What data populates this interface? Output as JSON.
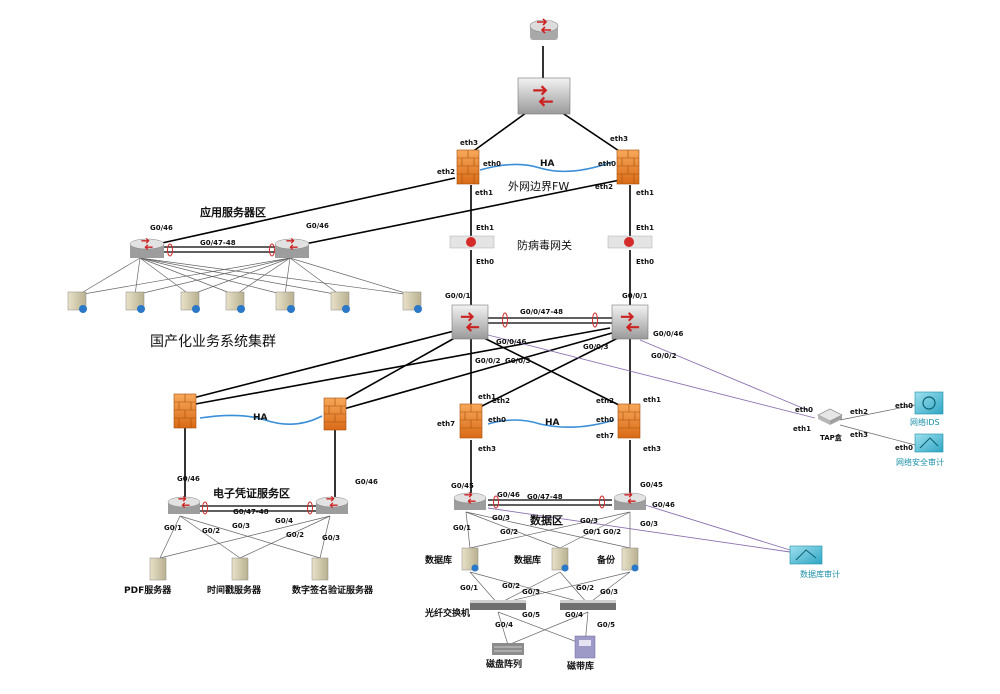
{
  "zones": {
    "app_server": "应用服务器区",
    "domestic_cluster": "国产化业务系统集群",
    "outer_fw": "外网边界FW",
    "antivirus_gw": "防病毒网关",
    "e_voucher": "电子凭证服务区",
    "data_zone": "数据区"
  },
  "ha": {
    "top": "HA",
    "left": "HA",
    "right": "HA"
  },
  "ports": {
    "eth3_l": "eth3",
    "eth3_r": "eth3",
    "eth0_l": "eth0",
    "eth0_r": "eth0",
    "eth2_l": "eth2",
    "eth2_r": "eth2",
    "eth1_l": "eth1",
    "eth1_r": "eth1",
    "Eth1_l": "Eth1",
    "Eth1_r": "Eth1",
    "Eth0_l": "Eth0",
    "Eth0_r": "Eth0",
    "app_g046_l": "G0/46",
    "app_g046_r": "G0/46",
    "app_g04748": "G0/47-48",
    "core_g001_l": "G0/0/1",
    "core_g001_r": "G0/0/1",
    "core_g04748": "G0/0/47-48",
    "core_g046_l": "G0/0/46",
    "core_g0046_r": "G0/0/46",
    "core_g002_l": "G0/0/2",
    "core_g003_l": "G0/0/3",
    "core_g003_r": "G0/0/3",
    "core_g002_r": "G0/0/2",
    "ifw_eth1_l": "eth1",
    "ifw_eth2_l": "eth2",
    "ifw_eth0_l": "eth0",
    "ifw_eth7_l": "eth7",
    "ifw_eth3_l": "eth3",
    "ifw_eth1_r": "eth1",
    "ifw_eth2_r": "eth2",
    "ifw_eth0_r": "eth0",
    "ifw_eth7_r": "eth7",
    "ifw_eth3_r": "eth3",
    "ev_g046_l": "G0/46",
    "ev_g046_r": "G0/46",
    "ev_g04748": "G0/47-48",
    "ev_g01": "G0/1",
    "ev_g02": "G0/2",
    "ev_g03": "G0/3",
    "ev_g04": "G0/4",
    "ev_g02b": "G0/2",
    "ev_g03b": "G0/3",
    "dz_g045_l": "G0/45",
    "dz_g046_l": "G0/46",
    "dz_g04748": "G0/47-48",
    "dz_g045_r": "G0/45",
    "dz_g046_r": "G0/46",
    "dz_g01": "G0/1",
    "dz_g03": "G0/3",
    "dz_g02": "G0/2",
    "dz_g03b": "G0/3",
    "dz_g01b": "G0/1",
    "dz_g02b": "G0/2",
    "dz_g03c": "G0/3",
    "fc_g01": "G0/1",
    "fc_g02": "G0/2",
    "fc_g03": "G0/3",
    "fc_g02b": "G0/2",
    "fc_g03b": "G0/3",
    "fc_g04": "G0/4",
    "fc_g05": "G0/5",
    "fc_g04b": "G0/4",
    "fc_g05b": "G0/5",
    "tap_eth0": "eth0",
    "tap_eth1": "eth1",
    "tap_eth2": "eth2",
    "tap_eth3": "eth3",
    "ids_eth0": "eth0",
    "audit_eth0": "eth0"
  },
  "devices": {
    "tap": "TAP盒",
    "ids": "网络IDS",
    "net_audit": "网络安全审计",
    "db_audit": "数据库审计",
    "pdf": "PDF服务器",
    "timestamp": "时间戳服务器",
    "sig_verify": "数字签名验证服务器",
    "db1": "数据库",
    "db2": "数据库",
    "backup": "备份",
    "fc_switch": "光纤交换机",
    "disk_array": "磁盘阵列",
    "tape_lib": "磁带库"
  },
  "colors": {
    "firewall": "#f08a2c",
    "router": "#c8c8c8",
    "switch": "#d0d0d0",
    "ha_link": "#3a8fd8",
    "audit_link": "#8a6fb0",
    "accent_red": "#d42a2a"
  }
}
